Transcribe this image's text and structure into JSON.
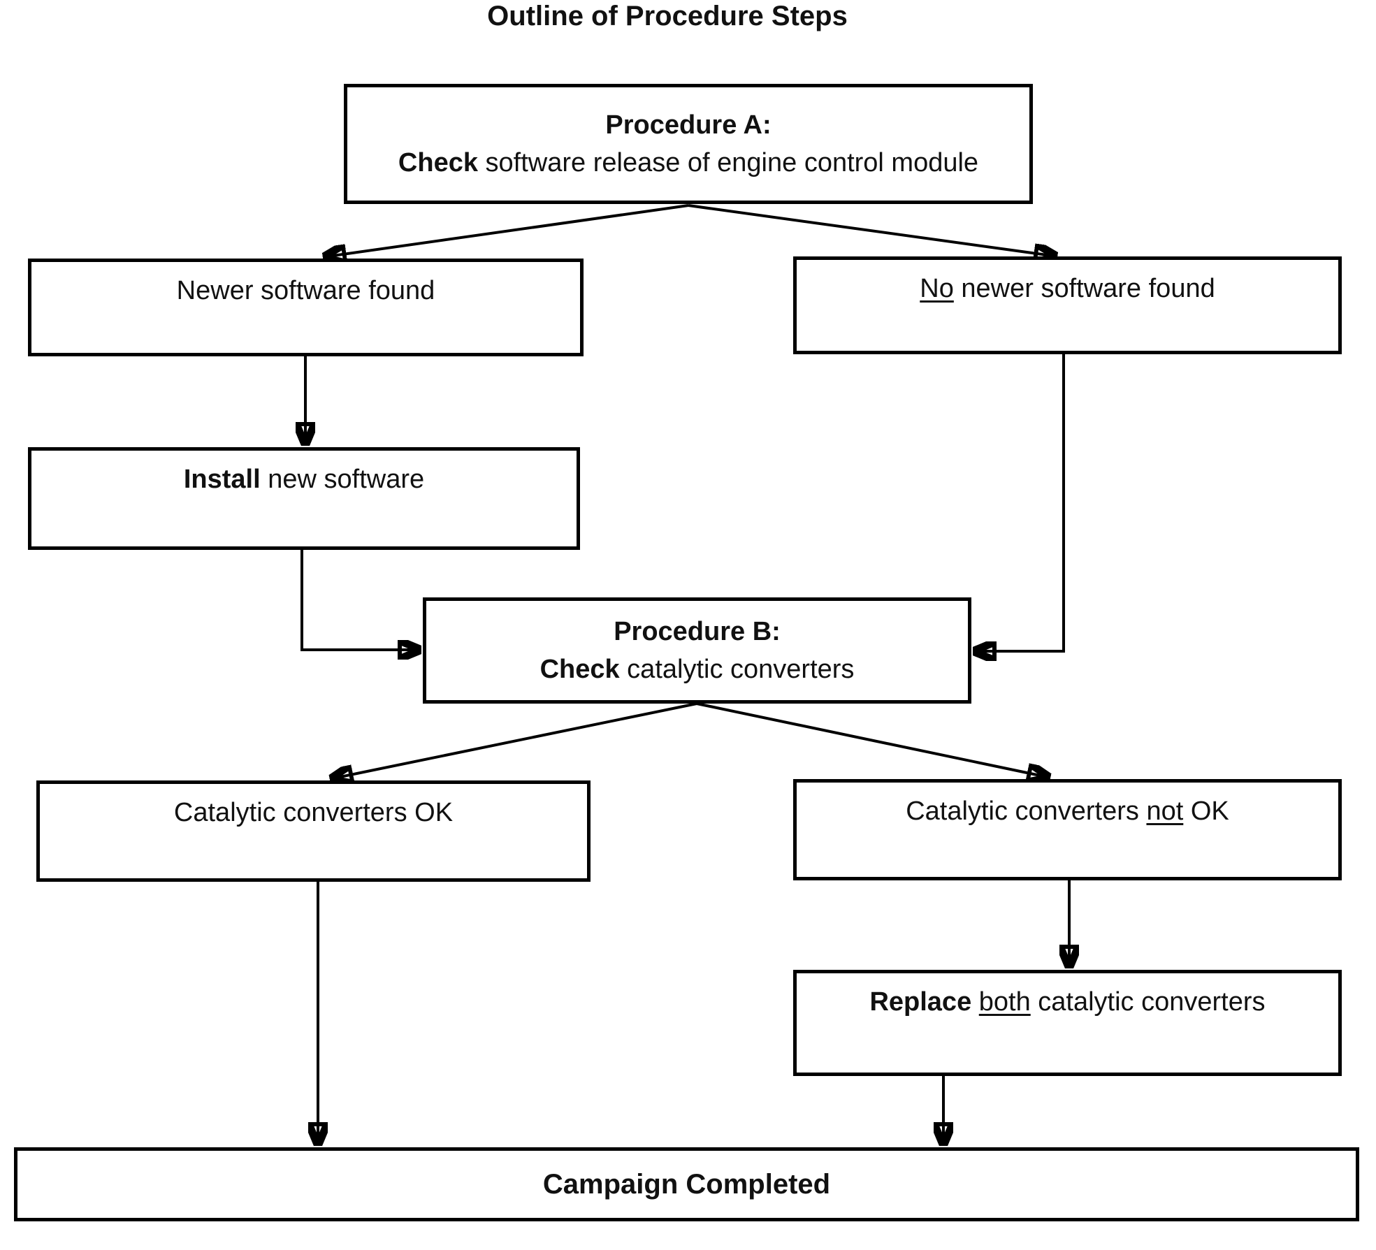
{
  "title": "Outline of Procedure Steps",
  "nodes": {
    "procedure_a": {
      "heading": "Procedure A:",
      "action_bold": "Check",
      "action_rest": " software release of engine control module"
    },
    "newer_found": {
      "label": "Newer software found"
    },
    "no_newer_found": {
      "underlined": "No",
      "rest": " newer software found"
    },
    "install": {
      "bold": "Install",
      "rest": " new software"
    },
    "procedure_b": {
      "heading": "Procedure B:",
      "action_bold": "Check",
      "action_rest": " catalytic converters"
    },
    "cat_ok": {
      "label": "Catalytic converters OK"
    },
    "cat_not_ok": {
      "prefix": "Catalytic converters ",
      "underlined": "not",
      "suffix": " OK"
    },
    "replace": {
      "bold": "Replace ",
      "underlined": "both",
      "rest": " catalytic converters"
    },
    "completed": {
      "label": "Campaign Completed"
    }
  },
  "colors": {
    "background": "#ffffff",
    "line": "#000000",
    "box_border": "#000000",
    "text": "#111111"
  }
}
